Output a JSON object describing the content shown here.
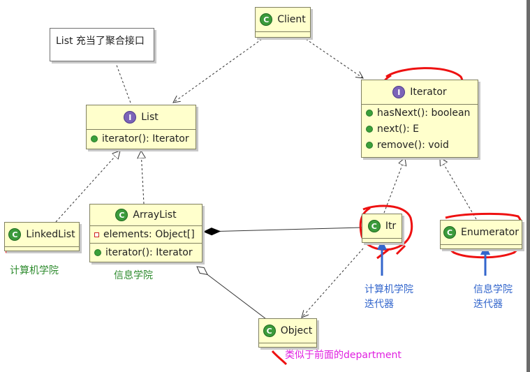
{
  "note": {
    "text": "List 充当了聚合接口"
  },
  "client": {
    "name": "Client",
    "stereotype": "C"
  },
  "list": {
    "name": "List",
    "stereotype": "I",
    "methods": [
      "iterator(): Iterator"
    ]
  },
  "iterator": {
    "name": "Iterator",
    "stereotype": "I",
    "methods": [
      "hasNext(): boolean",
      "next(): E",
      "remove(): void"
    ]
  },
  "linkedlist": {
    "name": "LinkedList",
    "stereotype": "C"
  },
  "arraylist": {
    "name": "ArrayList",
    "stereotype": "C",
    "fields": [
      "elements: Object[]"
    ],
    "methods": [
      "iterator(): Iterator"
    ]
  },
  "itr": {
    "name": "Itr",
    "stereotype": "C"
  },
  "enumerator": {
    "name": "Enumerator",
    "stereotype": "C"
  },
  "object": {
    "name": "Object",
    "stereotype": "C"
  },
  "annotations": {
    "linkedlist": "计算机学院",
    "arraylist": "信息学院",
    "itr_line1": "计算机学院",
    "itr_line2": "迭代器",
    "enum_line1": "信息学院",
    "enum_line2": "迭代器",
    "object": "类似于前面的department"
  },
  "colors": {
    "class_fill": "#ffffcc",
    "class_border": "#808060",
    "class_icon": "#3b9a3b",
    "interface_icon": "#7b63b8",
    "highlight_red": "#ee1111",
    "arrow_blue": "#3366cc",
    "label_green": "#2e8b2e",
    "label_magenta": "#e020e0"
  }
}
